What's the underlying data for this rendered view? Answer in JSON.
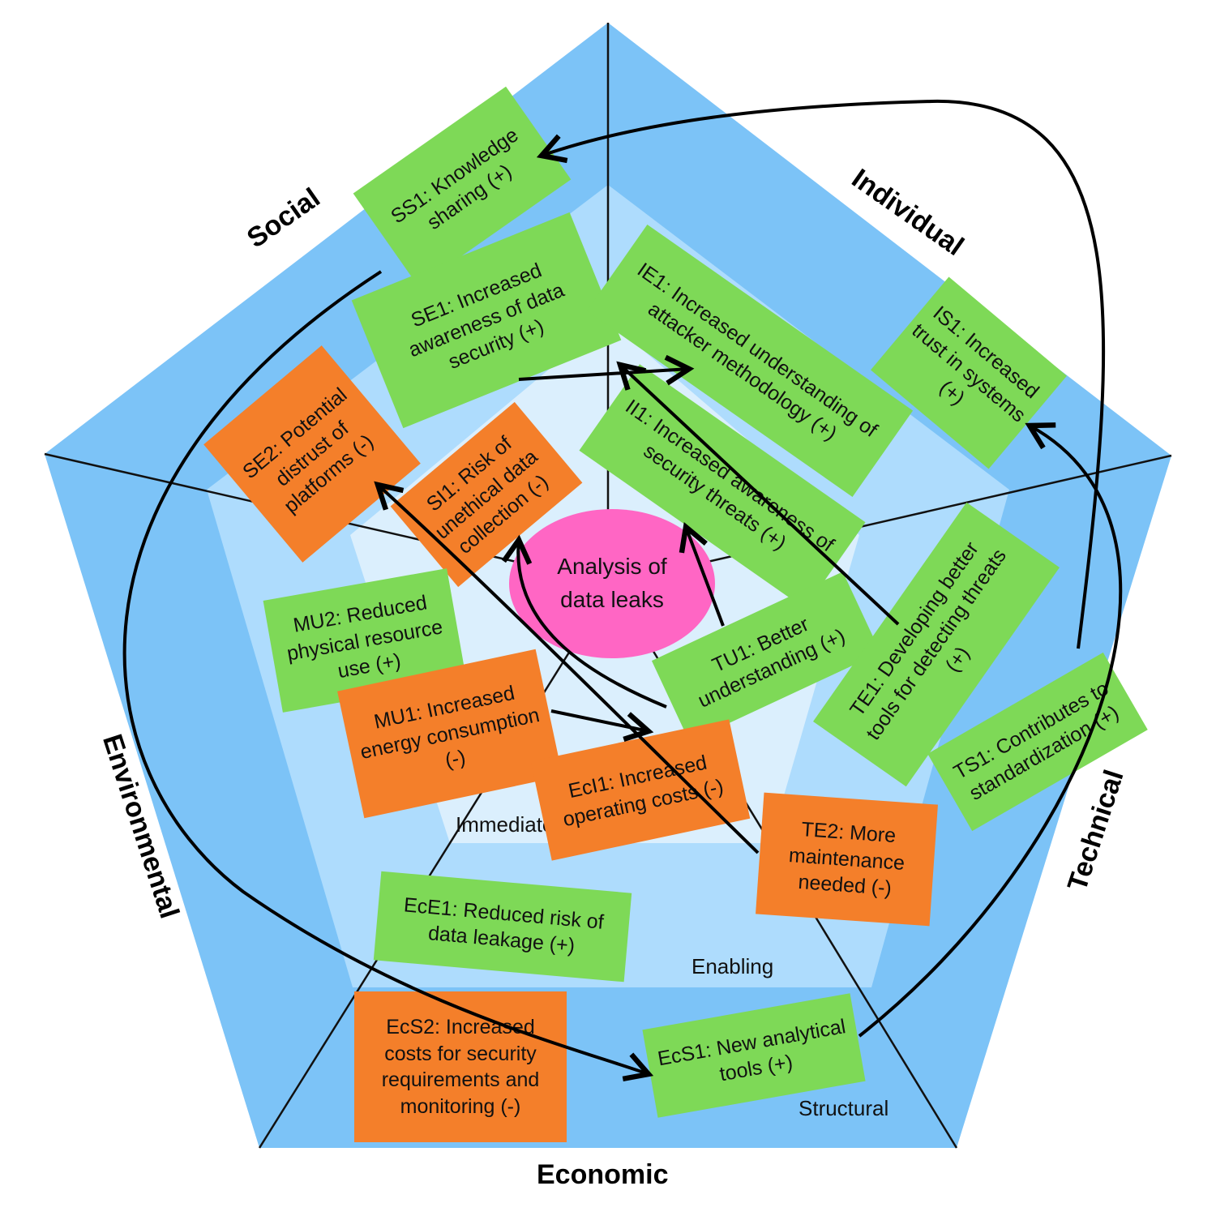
{
  "colors": {
    "outer": "#7cc3f7",
    "middle": "#aedcfd",
    "inner": "#dbeffd",
    "positive": "#7ed957",
    "negative": "#f47f2a",
    "center": "#ff66c4"
  },
  "center": {
    "label_line1": "Analysis of",
    "label_line2": "data leaks"
  },
  "dimensions": {
    "social": "Social",
    "individual": "Individual",
    "technical": "Technical",
    "economic": "Economic",
    "environmental": "Environmental"
  },
  "zones": {
    "immediate": "Immediate",
    "enabling": "Enabling",
    "structural": "Structural"
  },
  "notes": {
    "ss1": "SS1: Knowledge sharing (+)",
    "se1": "SE1: Increased awareness of data security (+)",
    "se2": "SE2: Potential distrust of platforms (-)",
    "si1": "SI1: Risk of unethical data collection (-)",
    "ie1": "IE1: Increased understanding of attacker methodology (+)",
    "is1": "IS1: Increased trust in systems (+)",
    "ii1": "II1: Increased awareness of security threats (+)",
    "mu2": "MU2: Reduced physical resource use (+)",
    "mu1": "MU1: Increased energy consumption (-)",
    "eci1": "EcI1: Increased operating costs (-)",
    "tu1": "TU1: Better understanding (+)",
    "te1": "TE1: Developing better tools for detecting threats (+)",
    "ts1": "TS1: Contributes to standardization (+)",
    "te2": "TE2: More maintenance needed (-)",
    "ece1": "EcE1: Reduced risk of data leakage (+)",
    "ecs2": "EcS2: Increased costs for security requirements and monitoring (-)",
    "ecs1": "EcS1: New analytical tools (+)"
  }
}
